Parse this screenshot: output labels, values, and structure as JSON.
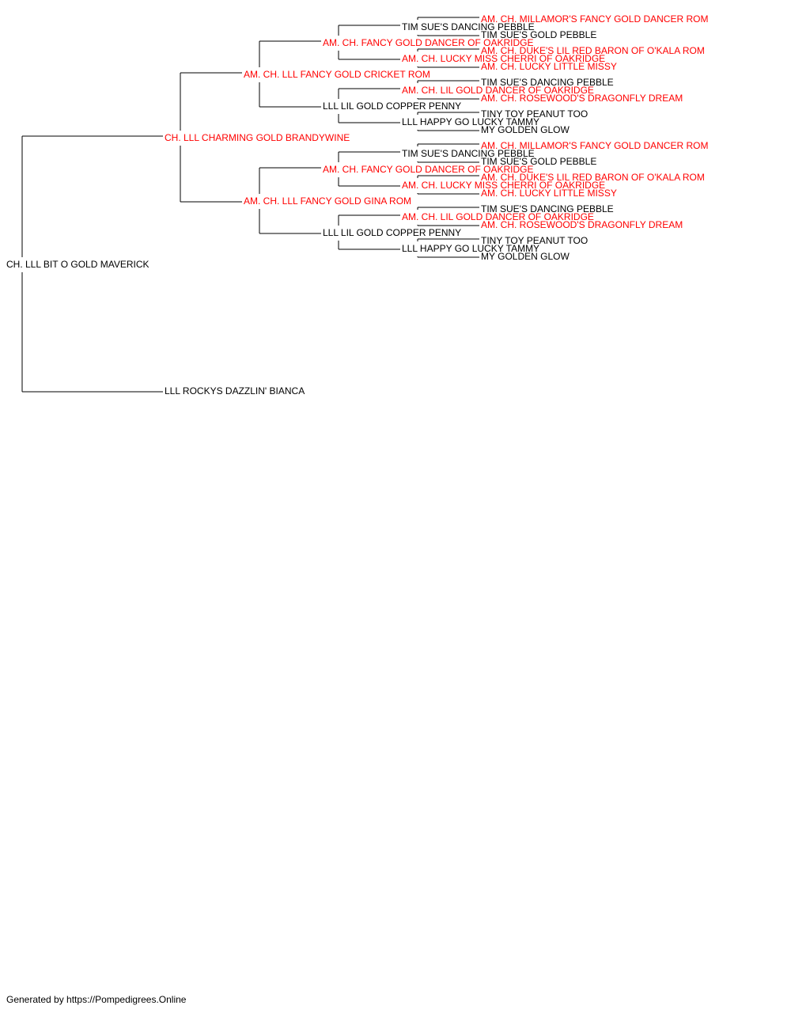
{
  "colors": {
    "champion": "#ff0000",
    "normal": "#000000",
    "line": "#000000"
  },
  "pedigree": {
    "name": "CH. LLL BIT O GOLD MAVERICK",
    "champion": false,
    "sire": {
      "name": "CH. LLL CHARMING GOLD BRANDYWINE",
      "champion": true,
      "sire": {
        "name": "AM. CH. LLL FANCY GOLD CRICKET ROM",
        "champion": true,
        "sire": {
          "name": "AM. CH. FANCY GOLD DANCER OF OAKRIDGE",
          "champion": true,
          "sire": {
            "name": "TIM SUE'S DANCING PEBBLE",
            "champion": false,
            "sire": {
              "name": "AM. CH. MILLAMOR'S FANCY GOLD DANCER ROM",
              "champion": true
            },
            "dam": {
              "name": "TIM SUE'S GOLD PEBBLE",
              "champion": false
            }
          },
          "dam": {
            "name": "AM. CH. LUCKY MISS CHERRI OF OAKRIDGE",
            "champion": true,
            "sire": {
              "name": "AM. CH. DUKE'S LIL RED BARON OF O'KALA ROM",
              "champion": true
            },
            "dam": {
              "name": "AM. CH. LUCKY LITTLE MISSY",
              "champion": true
            }
          }
        },
        "dam": {
          "name": "LLL LIL GOLD COPPER PENNY",
          "champion": false,
          "sire": {
            "name": "AM. CH. LIL GOLD DANCER OF OAKRIDGE",
            "champion": true,
            "sire": {
              "name": "TIM SUE'S DANCING PEBBLE",
              "champion": false
            },
            "dam": {
              "name": "AM. CH. ROSEWOOD'S DRAGONFLY DREAM",
              "champion": true
            }
          },
          "dam": {
            "name": "LLL HAPPY GO LUCKY TAMMY",
            "champion": false,
            "sire": {
              "name": "TINY TOY PEANUT TOO",
              "champion": false
            },
            "dam": {
              "name": "MY GOLDEN GLOW",
              "champion": false
            }
          }
        }
      },
      "dam": {
        "name": "AM. CH. LLL FANCY GOLD GINA ROM",
        "champion": true,
        "sire": {
          "name": "AM. CH. FANCY GOLD DANCER OF OAKRIDGE",
          "champion": true,
          "sire": {
            "name": "TIM SUE'S DANCING PEBBLE",
            "champion": false,
            "sire": {
              "name": "AM. CH. MILLAMOR'S FANCY GOLD DANCER ROM",
              "champion": true
            },
            "dam": {
              "name": "TIM SUE'S GOLD PEBBLE",
              "champion": false
            }
          },
          "dam": {
            "name": "AM. CH. LUCKY MISS CHERRI OF OAKRIDGE",
            "champion": true,
            "sire": {
              "name": "AM. CH. DUKE'S LIL RED BARON OF O'KALA ROM",
              "champion": true
            },
            "dam": {
              "name": "AM. CH. LUCKY LITTLE MISSY",
              "champion": true
            }
          }
        },
        "dam": {
          "name": "LLL LIL GOLD COPPER PENNY",
          "champion": false,
          "sire": {
            "name": "AM. CH. LIL GOLD DANCER OF OAKRIDGE",
            "champion": true,
            "sire": {
              "name": "TIM SUE'S DANCING PEBBLE",
              "champion": false
            },
            "dam": {
              "name": "AM. CH. ROSEWOOD'S DRAGONFLY DREAM",
              "champion": true
            }
          },
          "dam": {
            "name": "LLL HAPPY GO LUCKY TAMMY",
            "champion": false,
            "sire": {
              "name": "TINY TOY PEANUT TOO",
              "champion": false
            },
            "dam": {
              "name": "MY GOLDEN GLOW",
              "champion": false
            }
          }
        }
      }
    },
    "dam": {
      "name": "LLL ROCKYS DAZZLIN' BIANCA",
      "champion": false
    }
  },
  "footer": {
    "text": "Generated by https://Pompedigrees.Online"
  }
}
